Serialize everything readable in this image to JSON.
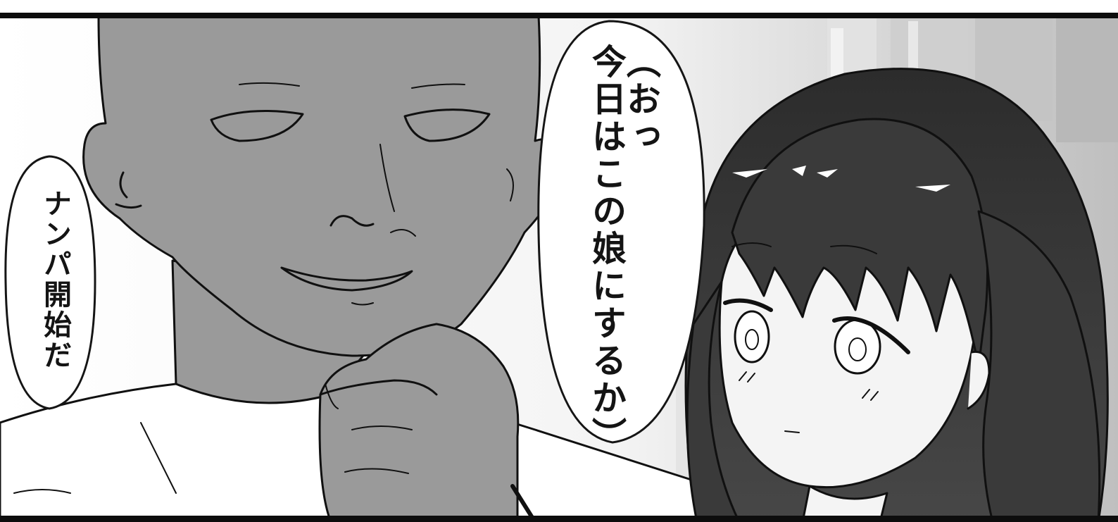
{
  "panel": {
    "bubbles": {
      "right": {
        "lines": [
          "（おっ",
          "今日はこの娘にするか）"
        ]
      },
      "left": {
        "lines": [
          "ナンパ開始だ"
        ]
      }
    }
  },
  "colors": {
    "frame": "#0d0d0d",
    "man_skin": "#9a9a9a",
    "girl_hair": "#3a3a3a",
    "background_light": "#eeeeee"
  }
}
